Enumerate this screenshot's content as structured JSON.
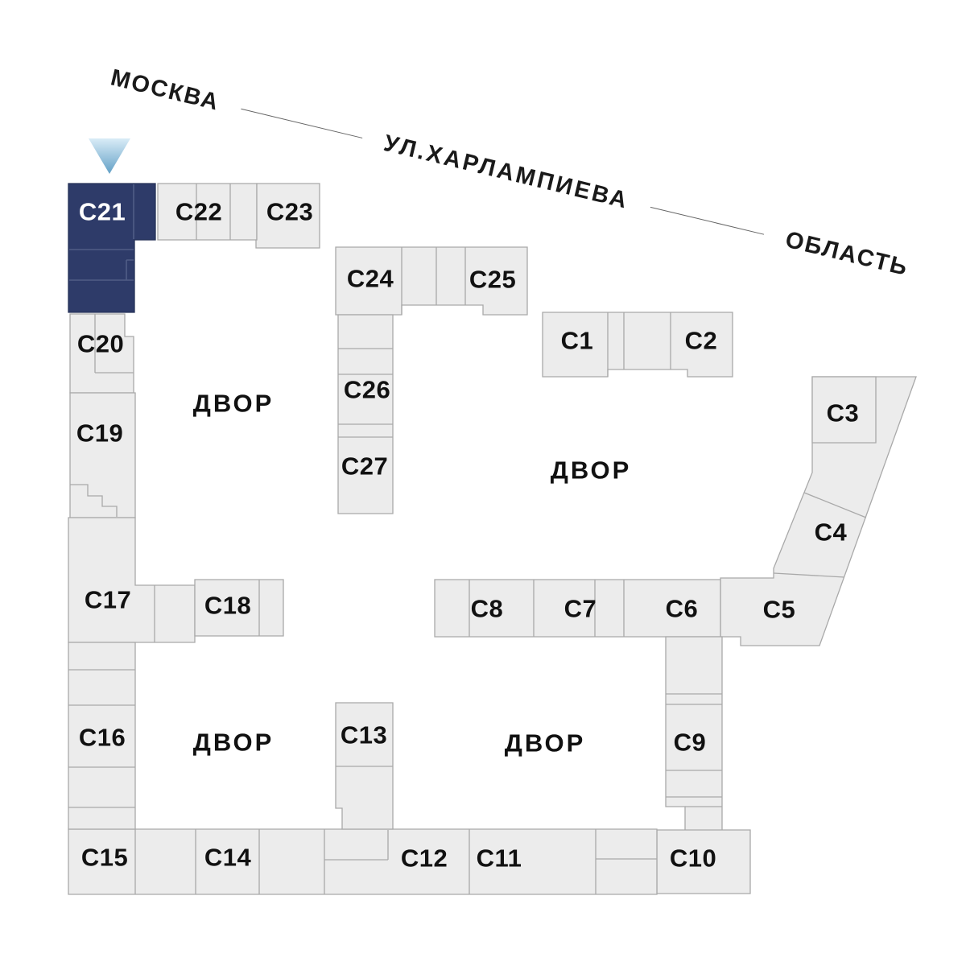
{
  "colors": {
    "background": "#ffffff",
    "building_fill": "#ececec",
    "building_stroke": "#a9a9a9",
    "highlight_fill": "#2e3b69",
    "highlight_stroke": "#263258",
    "highlight_inner_stroke": "#505d86",
    "highlight_label": "#ffffff",
    "text": "#111111",
    "street_text": "#1a1a1a",
    "street_line": "#666666",
    "marker_top": "#d9ecf7",
    "marker_bottom": "#62a0c6"
  },
  "street": {
    "label_moscow": "МОСКВА",
    "label_street": "УЛ.ХАРЛАМПИЕВА",
    "label_oblast": "ОБЛАСТЬ"
  },
  "courtyards": [
    {
      "label": "ДВОР"
    },
    {
      "label": "ДВОР"
    },
    {
      "label": "ДВОР"
    },
    {
      "label": "ДВОР"
    }
  ],
  "buildings": [
    {
      "id": "c21",
      "label": "С21",
      "highlighted": true
    },
    {
      "id": "c22",
      "label": "С22",
      "highlighted": false
    },
    {
      "id": "c23",
      "label": "С23",
      "highlighted": false
    },
    {
      "id": "c24",
      "label": "С24",
      "highlighted": false
    },
    {
      "id": "c25",
      "label": "С25",
      "highlighted": false
    },
    {
      "id": "c26",
      "label": "С26",
      "highlighted": false
    },
    {
      "id": "c27",
      "label": "С27",
      "highlighted": false
    },
    {
      "id": "c1",
      "label": "С1",
      "highlighted": false
    },
    {
      "id": "c2",
      "label": "С2",
      "highlighted": false
    },
    {
      "id": "c3",
      "label": "С3",
      "highlighted": false
    },
    {
      "id": "c4",
      "label": "С4",
      "highlighted": false
    },
    {
      "id": "c5",
      "label": "С5",
      "highlighted": false
    },
    {
      "id": "c6",
      "label": "С6",
      "highlighted": false
    },
    {
      "id": "c7",
      "label": "С7",
      "highlighted": false
    },
    {
      "id": "c8",
      "label": "С8",
      "highlighted": false
    },
    {
      "id": "c9",
      "label": "С9",
      "highlighted": false
    },
    {
      "id": "c10",
      "label": "С10",
      "highlighted": false
    },
    {
      "id": "c11",
      "label": "С11",
      "highlighted": false
    },
    {
      "id": "c12",
      "label": "С12",
      "highlighted": false
    },
    {
      "id": "c13",
      "label": "С13",
      "highlighted": false
    },
    {
      "id": "c14",
      "label": "С14",
      "highlighted": false
    },
    {
      "id": "c15",
      "label": "С15",
      "highlighted": false
    },
    {
      "id": "c16",
      "label": "С16",
      "highlighted": false
    },
    {
      "id": "c17",
      "label": "С17",
      "highlighted": false
    },
    {
      "id": "c18",
      "label": "С18",
      "highlighted": false
    },
    {
      "id": "c19",
      "label": "С19",
      "highlighted": false
    },
    {
      "id": "c20",
      "label": "С20",
      "highlighted": false
    }
  ]
}
